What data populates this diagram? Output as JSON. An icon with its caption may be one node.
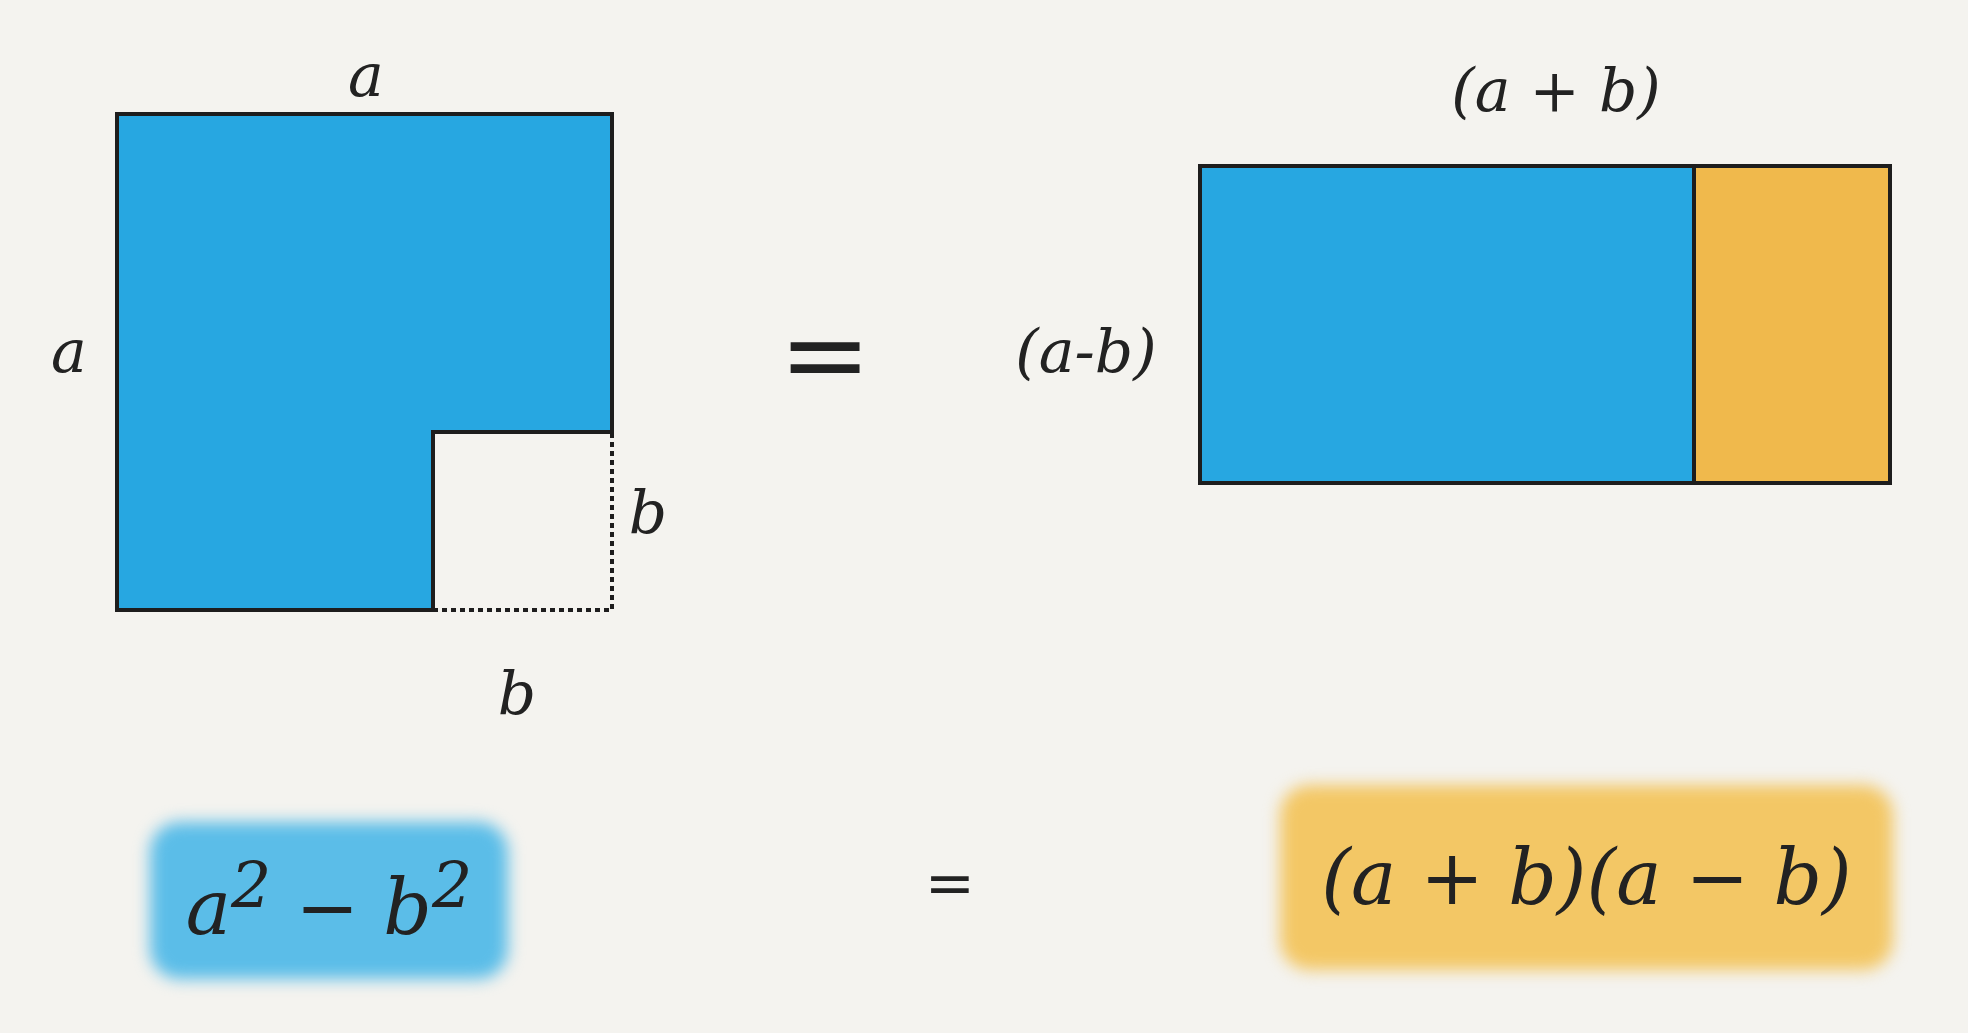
{
  "diagram": {
    "nodes": [
      {
        "text": [
          "a$^{2}$ − b$^{2}$"
        ]
      },
      {
        "text": [
          "(a + b)(a − b)"
        ]
      }
    ],
    "edges": [],
    "labels": [
      "a",
      "(a + b)",
      "a",
      "=",
      "(a-b)",
      "b",
      "b",
      "="
    ]
  }
}
